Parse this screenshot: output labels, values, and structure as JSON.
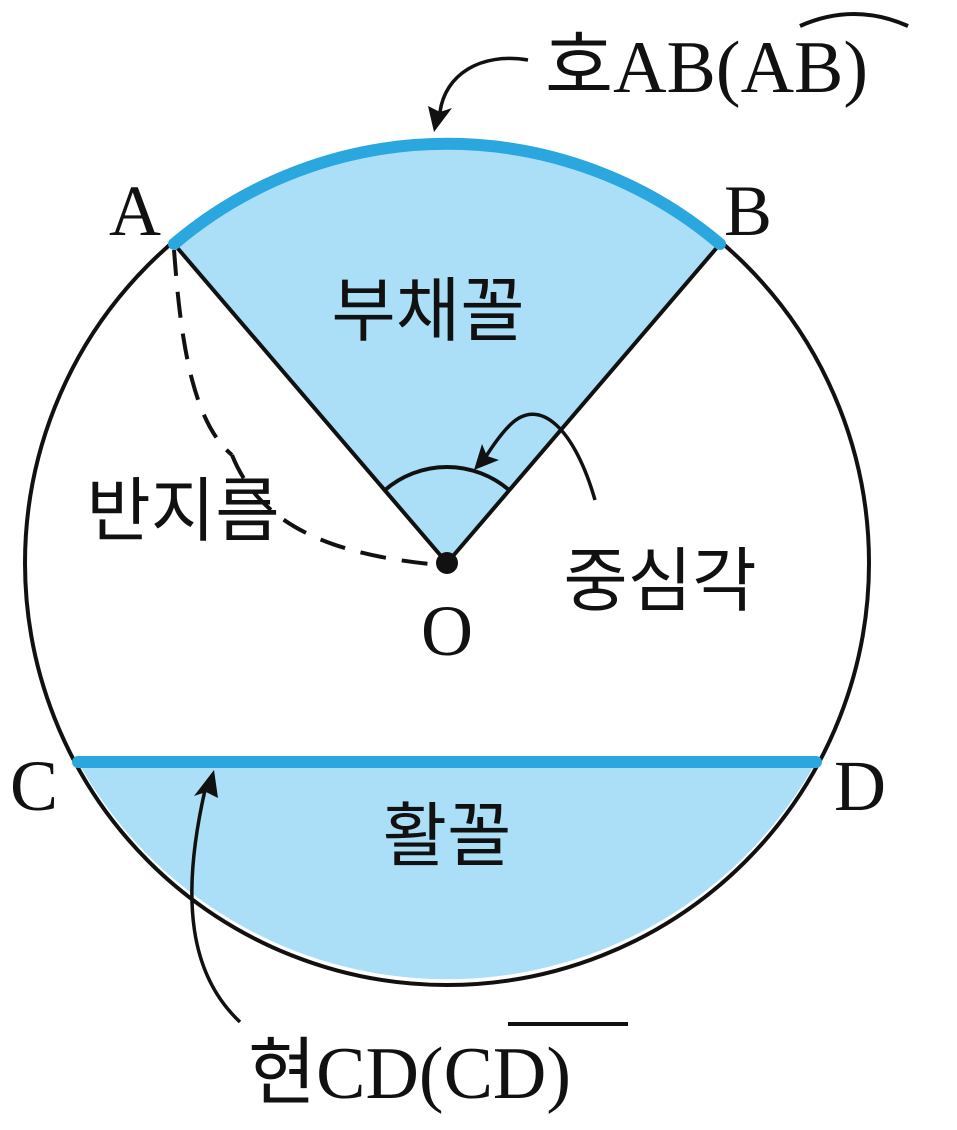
{
  "colors": {
    "fill": "#aadff7",
    "highlight": "#2aa7de",
    "stroke": "#111111",
    "background": "#ffffff"
  },
  "points": {
    "A": "A",
    "B": "B",
    "C": "C",
    "D": "D",
    "O": "O"
  },
  "labels": {
    "arc": "호AB(AB)",
    "arc_prefix": "호",
    "arc_name": "AB",
    "arc_notation": "AB",
    "sector": "부채꼴",
    "radius": "반지름",
    "central_angle": "중심각",
    "segment": "활꼴",
    "chord": "현CD(CD)",
    "chord_prefix": "현",
    "chord_name": "CD",
    "chord_notation": "CD"
  }
}
